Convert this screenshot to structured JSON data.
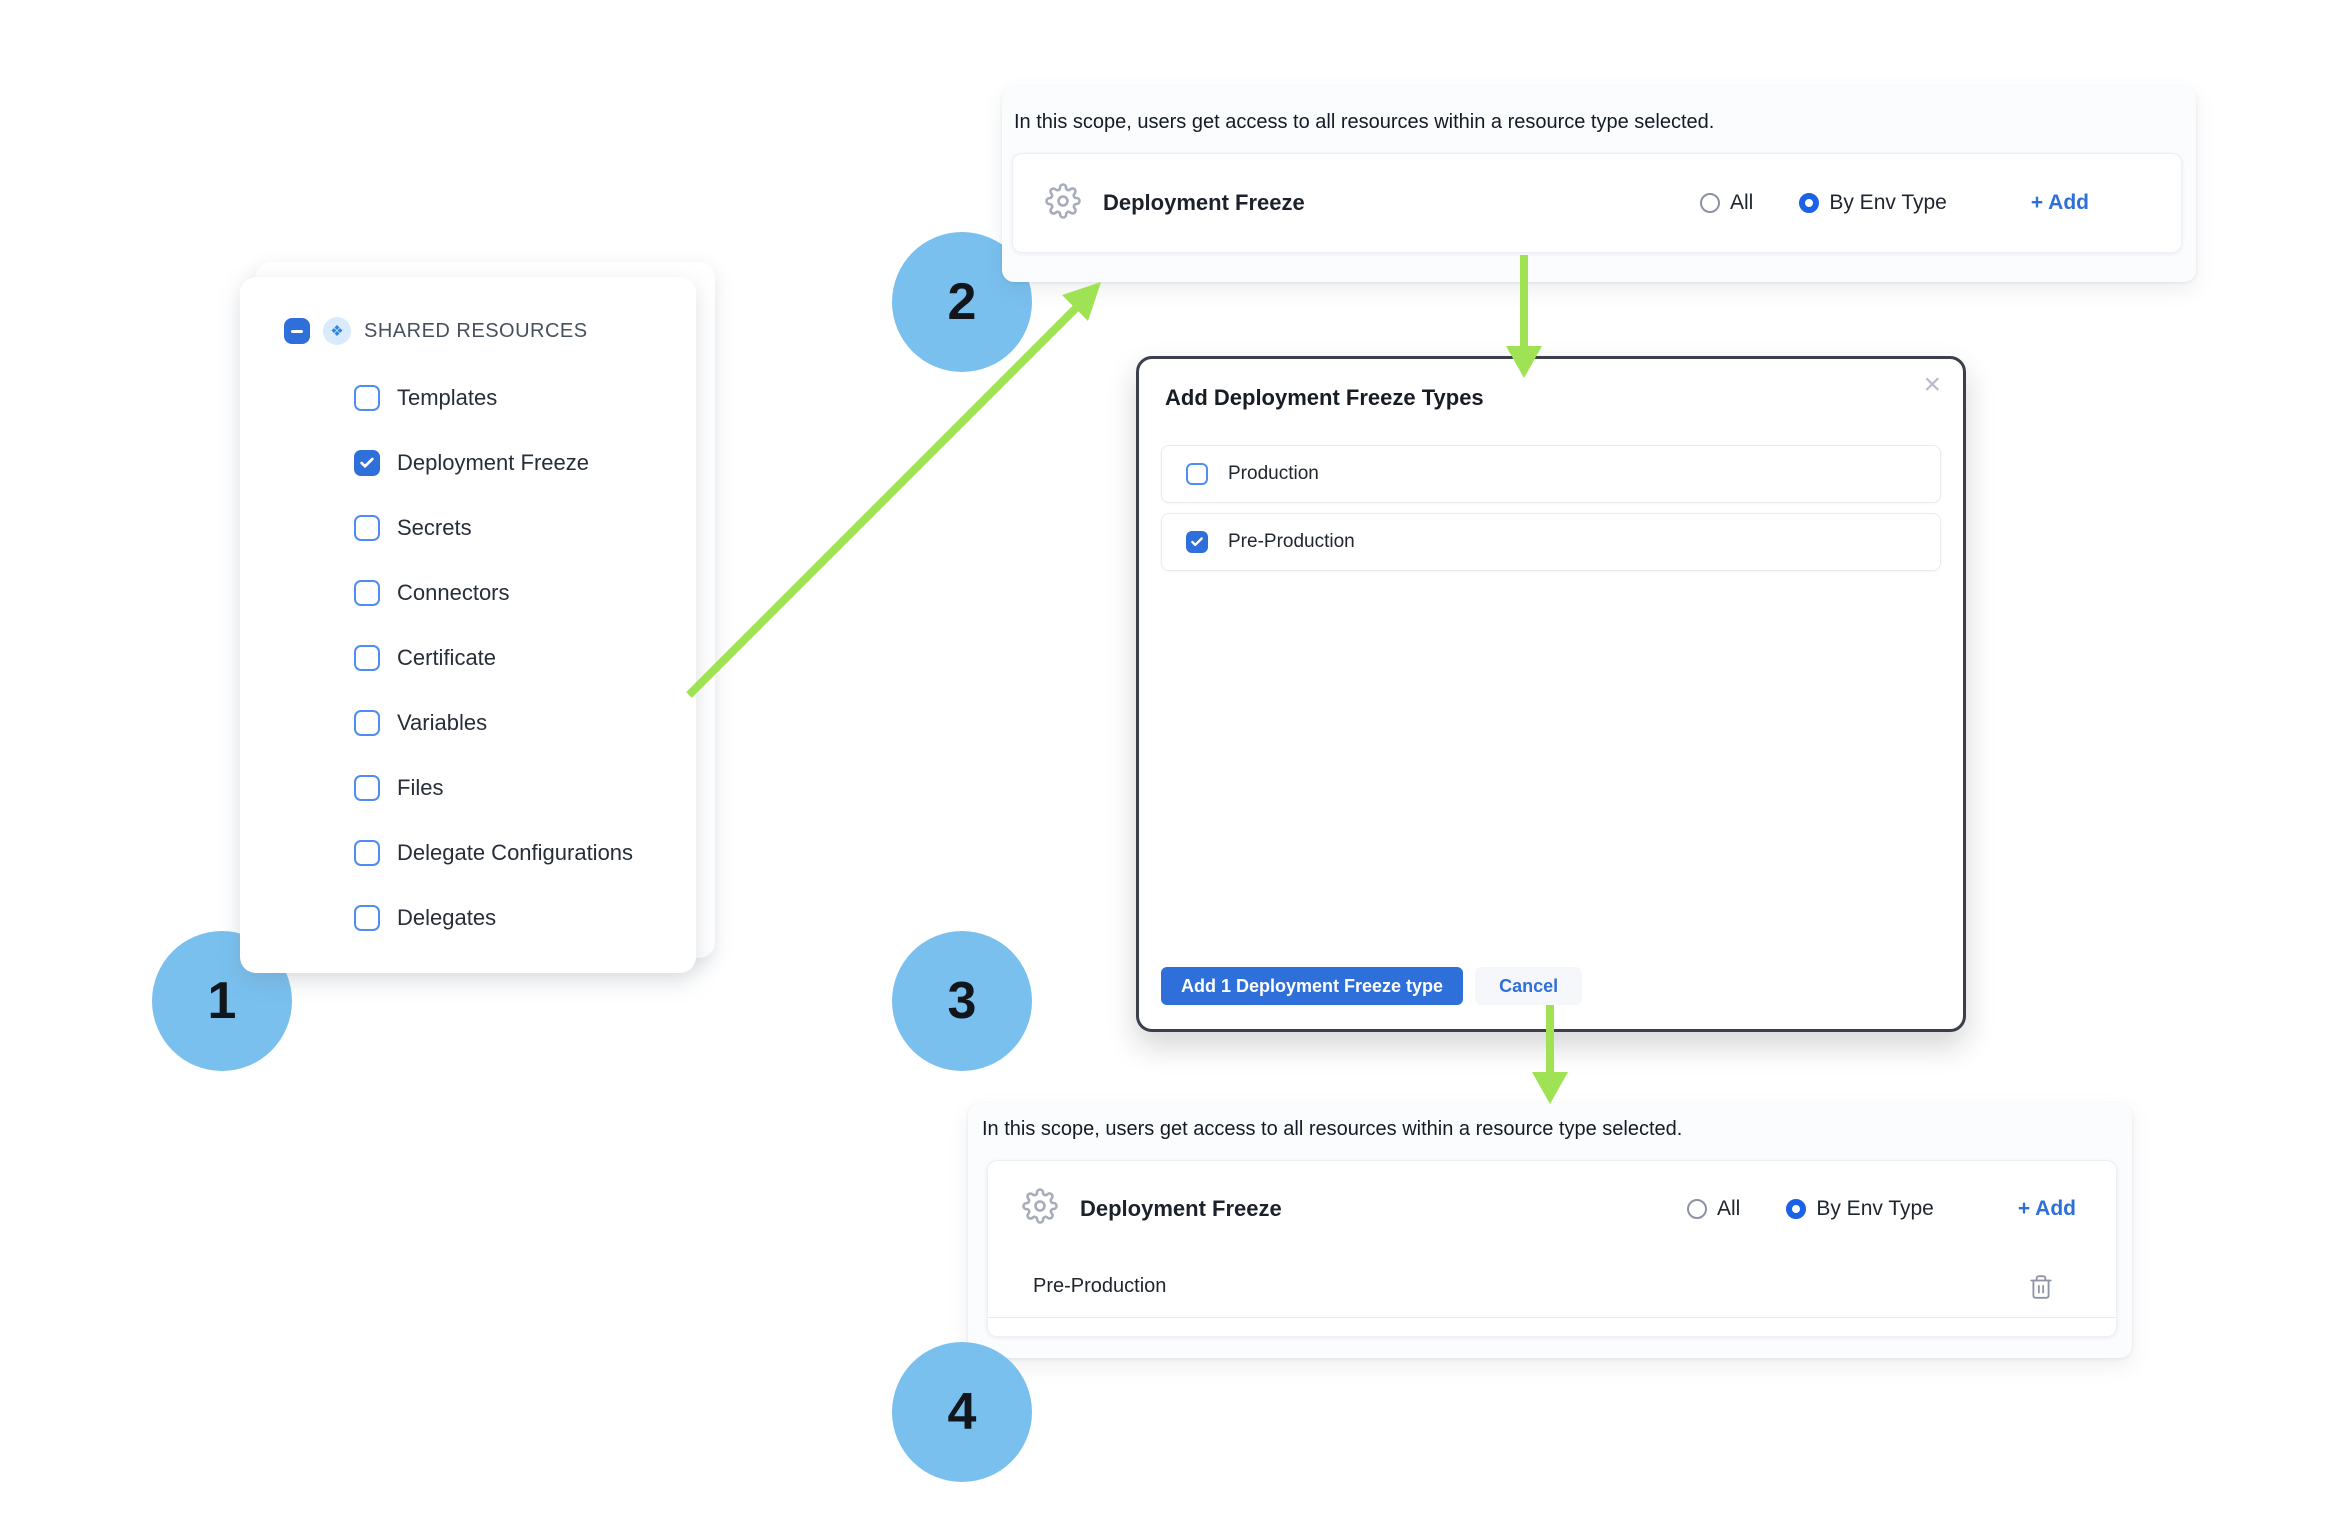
{
  "steps": {
    "s1": "1",
    "s2": "2",
    "s3": "3",
    "s4": "4"
  },
  "colors": {
    "primary_blue": "#2e6fd9",
    "checkbox_border_blue": "#4f8df2",
    "radio_selected_blue": "#1b63e6",
    "step_circle_blue": "#79c0ef",
    "arrow_green": "#9fe253",
    "modal_border": "#3a3f4b"
  },
  "left_panel": {
    "header": "SHARED RESOURCES",
    "header_icon": "diamond-resources-icon",
    "items": [
      {
        "label": "Templates",
        "checked": false
      },
      {
        "label": "Deployment Freeze",
        "checked": true
      },
      {
        "label": "Secrets",
        "checked": false
      },
      {
        "label": "Connectors",
        "checked": false
      },
      {
        "label": "Certificate",
        "checked": false
      },
      {
        "label": "Variables",
        "checked": false
      },
      {
        "label": "Files",
        "checked": false
      },
      {
        "label": "Delegate Configurations",
        "checked": false
      },
      {
        "label": "Delegates",
        "checked": false
      }
    ]
  },
  "top_panel": {
    "scope_note": "In this scope, users get access to all resources within a resource type selected.",
    "row": {
      "name": "Deployment Freeze",
      "radio_all": "All",
      "radio_by_env": "By Env Type",
      "selected": "By Env Type",
      "add": "+ Add"
    }
  },
  "modal": {
    "title": "Add Deployment Freeze Types",
    "close": "×",
    "rows": [
      {
        "label": "Production",
        "checked": false
      },
      {
        "label": "Pre-Production",
        "checked": true
      }
    ],
    "primary_button": "Add 1 Deployment Freeze type",
    "cancel_button": "Cancel"
  },
  "bottom_panel": {
    "scope_note": "In this scope, users get access to all resources within a resource type selected.",
    "row": {
      "name": "Deployment Freeze",
      "radio_all": "All",
      "radio_by_env": "By Env Type",
      "selected": "By Env Type",
      "add": "+ Add"
    },
    "entries": [
      {
        "label": "Pre-Production"
      }
    ]
  }
}
